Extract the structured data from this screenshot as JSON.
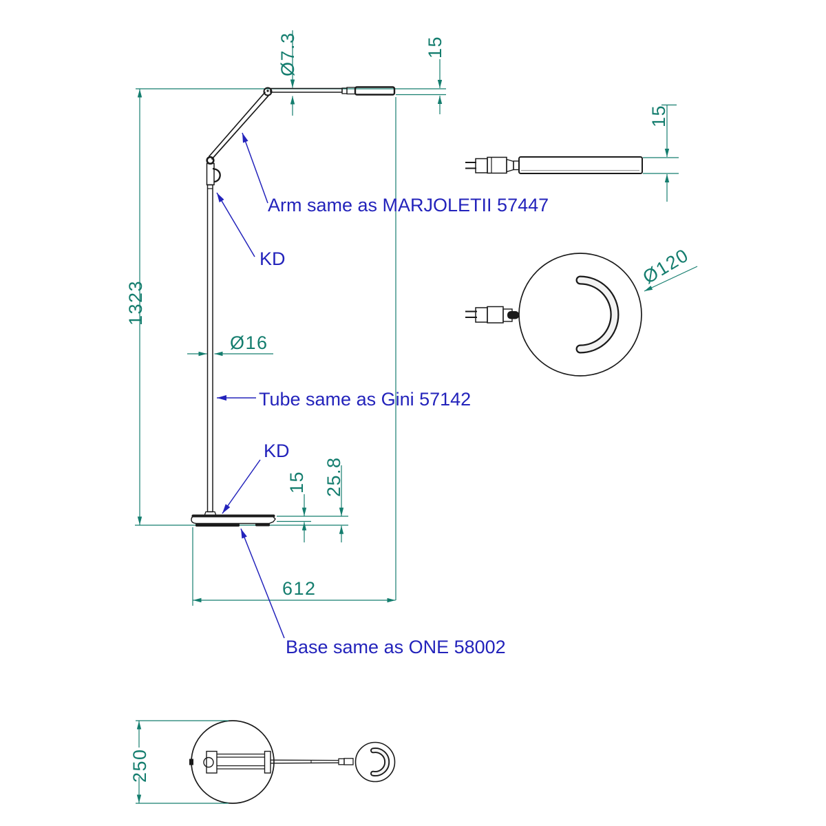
{
  "drawing": {
    "dimensions": {
      "overall_height": "1323",
      "horizontal_reach": "612",
      "tube_diameter": "Ø16",
      "arm_tube_diameter": "Ø7.3",
      "head_thickness": "15",
      "head_thickness_detail": "15",
      "base_top_height": "15",
      "base_total_height": "25.8",
      "head_diameter": "Ø120",
      "base_diameter": "250"
    },
    "annotations": {
      "arm": "Arm same as MARJOLETII 57447",
      "kd_upper": "KD",
      "tube": "Tube same as Gini 57142",
      "kd_lower": "KD",
      "base": "Base same as ONE 58002"
    },
    "colors": {
      "dimension": "#147d6e",
      "annotation": "#2323bb",
      "outline": "#1a1a1a"
    }
  }
}
